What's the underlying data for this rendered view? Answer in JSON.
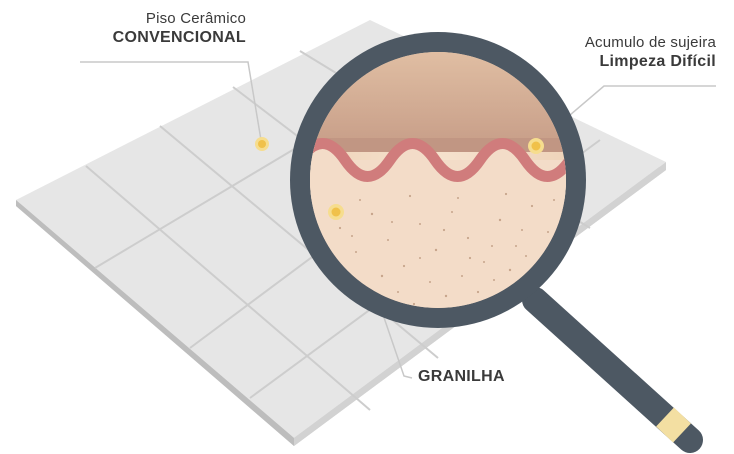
{
  "labels": {
    "tile": {
      "line1": "Piso Cerâmico",
      "line2": "CONVENCIONAL"
    },
    "dirt": {
      "line1": "Acumulo de sujeira",
      "line2": "Limpeza Difícil"
    },
    "granilha": {
      "line1": "GRANILHA"
    }
  },
  "colors": {
    "tile_face": "#e4e4e4",
    "tile_edge": "#c9c9c9",
    "grout": "#cfcfcf",
    "lens_frame": "#4d5863",
    "lens_inner": "#f1dcc6",
    "dirt_layer": "#c89f8a",
    "wave": "#cf7f7f",
    "marker": "#f2c94c",
    "handle_band": "#f3dfa2"
  }
}
